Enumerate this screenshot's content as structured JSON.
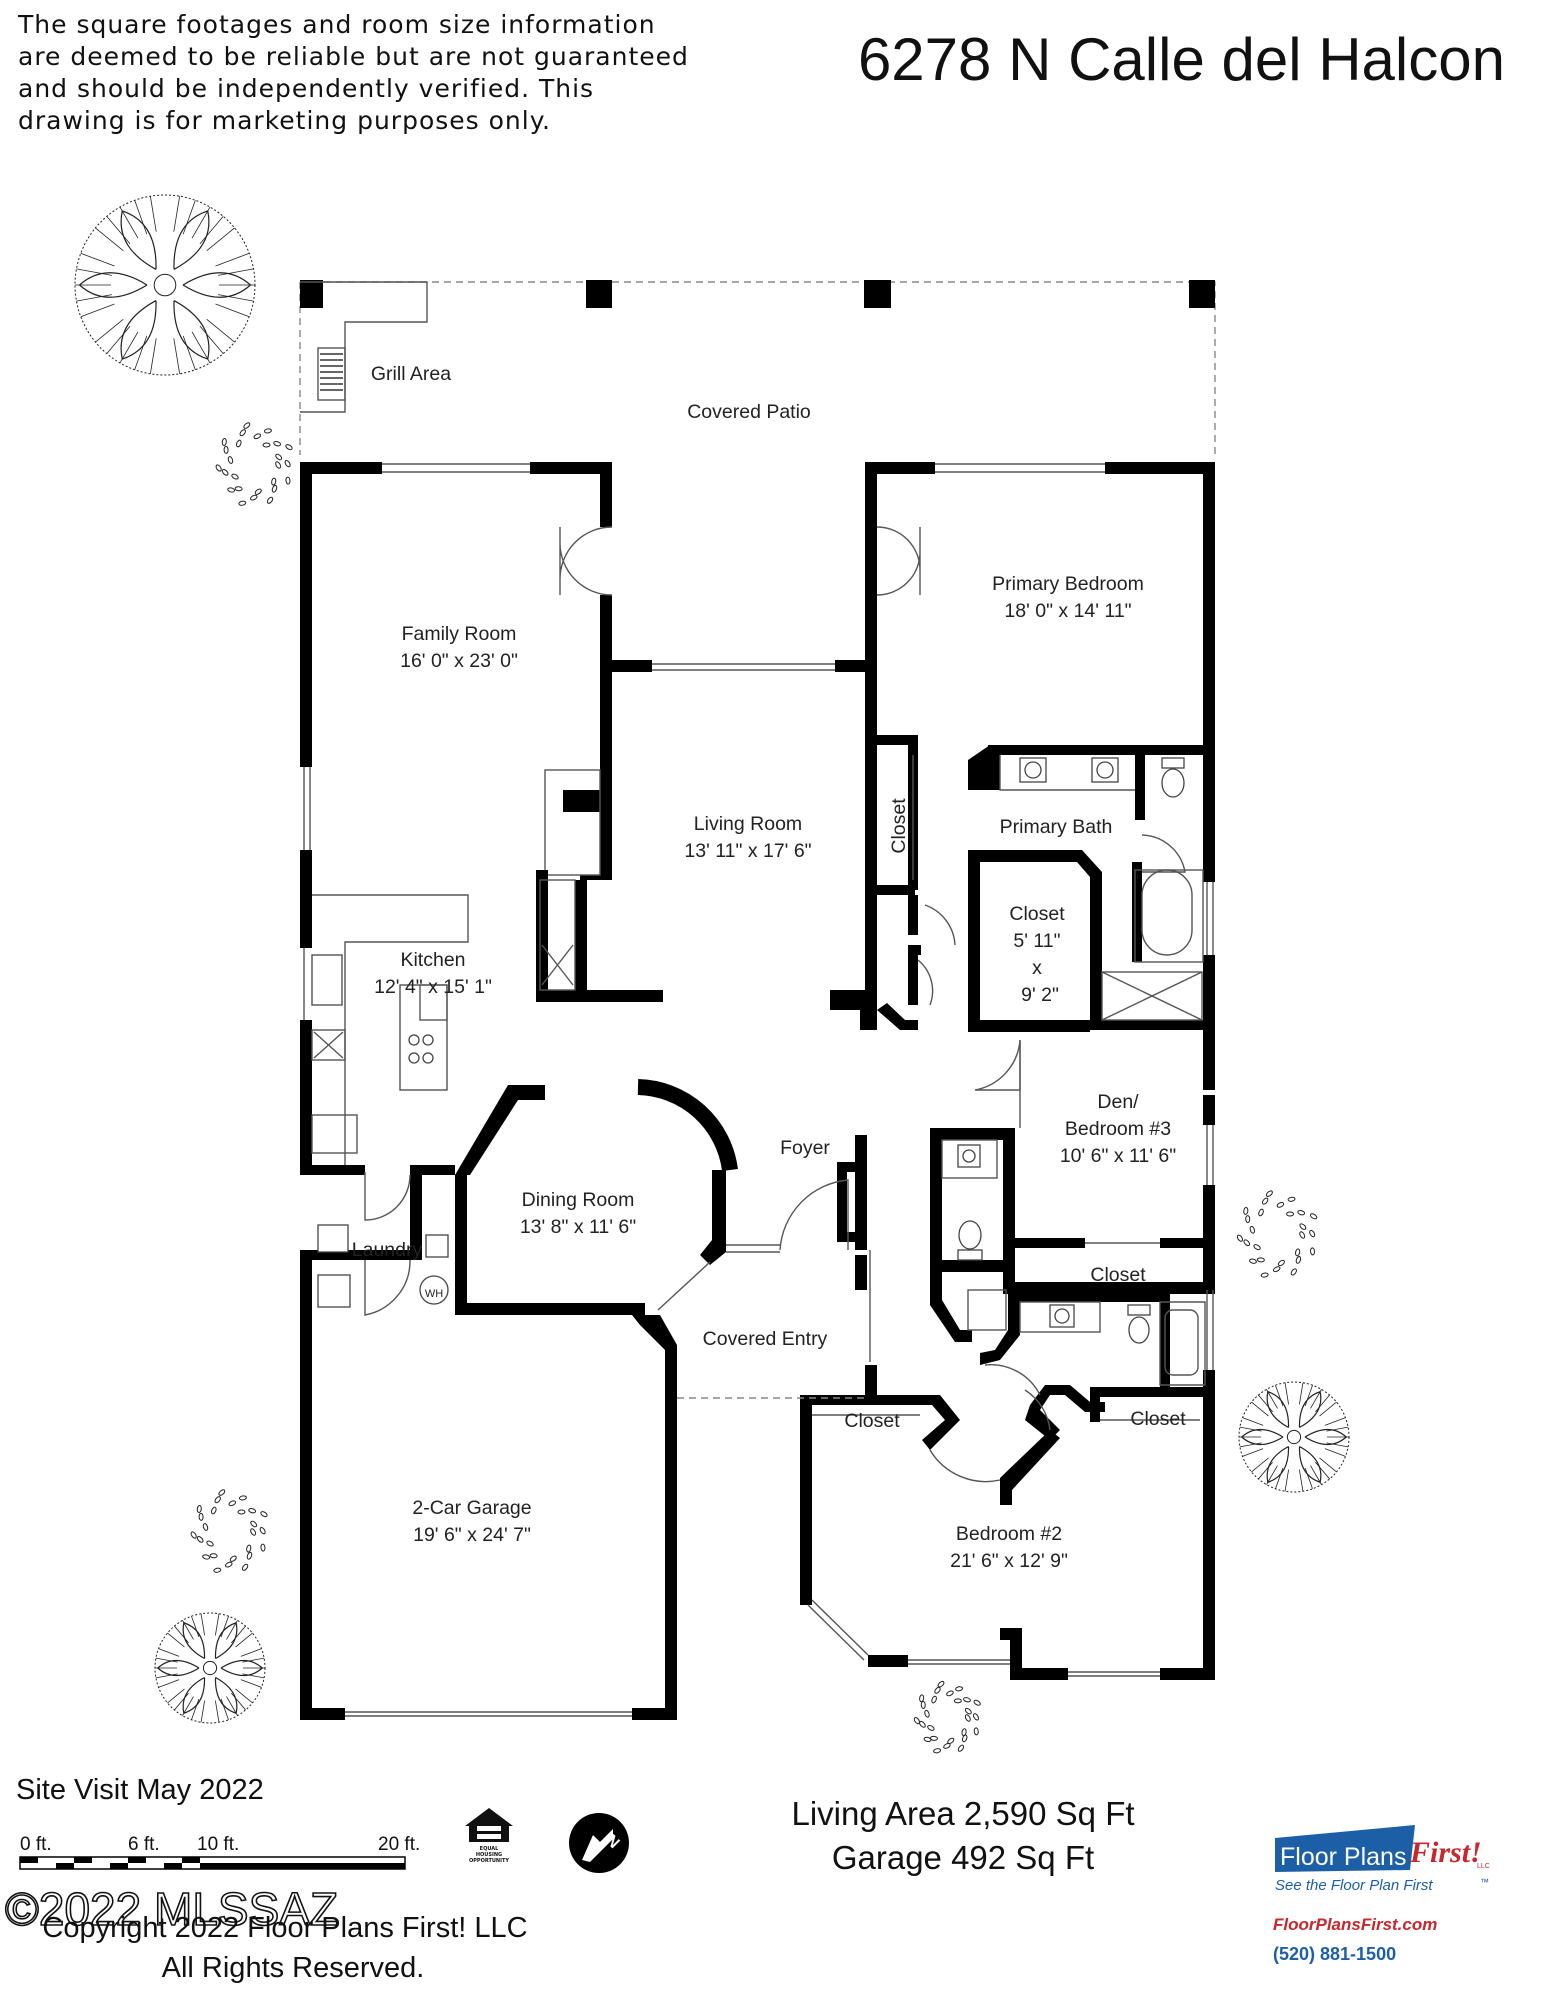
{
  "header": {
    "disclaimer_lines": [
      "The square footages and room size information",
      "are deemed to be reliable but are not guaranteed",
      "and should be independently verified. This",
      "drawing is for marketing purposes only."
    ],
    "address": "6278 N Calle del Halcon"
  },
  "rooms": {
    "grill_area": {
      "name": "Grill Area"
    },
    "covered_patio": {
      "name": "Covered Patio"
    },
    "family_room": {
      "name": "Family Room",
      "size": "16' 0\" x 23' 0\""
    },
    "primary_bedroom": {
      "name": "Primary Bedroom",
      "size": "18' 0\" x 14' 11\""
    },
    "living_room": {
      "name": "Living Room",
      "size": "13' 11\" x 17' 6\""
    },
    "living_closet": {
      "name": "Closet"
    },
    "primary_bath": {
      "name": "Primary Bath"
    },
    "primary_closet": {
      "name": "Closet",
      "dim1": "5' 11\"",
      "x": "x",
      "dim2": "9' 2\""
    },
    "kitchen": {
      "name": "Kitchen",
      "size": "12' 4\" x 15' 1\""
    },
    "foyer": {
      "name": "Foyer"
    },
    "den": {
      "name": "Den/",
      "name2": "Bedroom #3",
      "size": "10' 6\" x 11' 6\""
    },
    "dining_room": {
      "name": "Dining Room",
      "size": "13' 8\" x 11' 6\""
    },
    "laundry": {
      "name": "Laundry"
    },
    "water_heater": {
      "name": "WH"
    },
    "den_closet": {
      "name": "Closet"
    },
    "covered_entry": {
      "name": "Covered Entry"
    },
    "bed2_closet_left": {
      "name": "Closet"
    },
    "bed2_closet_right": {
      "name": "Closet"
    },
    "garage": {
      "name": "2-Car Garage",
      "size": "19' 6\" x 24' 7\""
    },
    "bedroom2": {
      "name": "Bedroom #2",
      "size": "21' 6\" x 12' 9\""
    }
  },
  "footer": {
    "site_visit": "Site Visit May 2022",
    "scale_labels": [
      "0 ft.",
      "6 ft.",
      "10 ft.",
      "20 ft."
    ],
    "living_area": "Living Area 2,590 Sq Ft",
    "garage_area": "Garage 492 Sq Ft",
    "mls_watermark": "©2022 MLSSAZ",
    "copyright": "Copyright 2022 Floor Plans First! LLC",
    "rights": "All Rights Reserved.",
    "eho_line1": "EQUAL",
    "eho_line2": "HOUSING",
    "eho_line3": "OPPORTUNITY",
    "north_letter": "N"
  },
  "logo": {
    "main": "Floor Plans",
    "first": "First!",
    "llc": "LLC",
    "tagline": "See the Floor Plan First",
    "tm": "™",
    "url": "FloorPlansFirst.com",
    "phone": "(520) 881-1500"
  },
  "colors": {
    "logo_blue": "#1c5fa6",
    "logo_red": "#c6282d",
    "wall": "#000000"
  }
}
